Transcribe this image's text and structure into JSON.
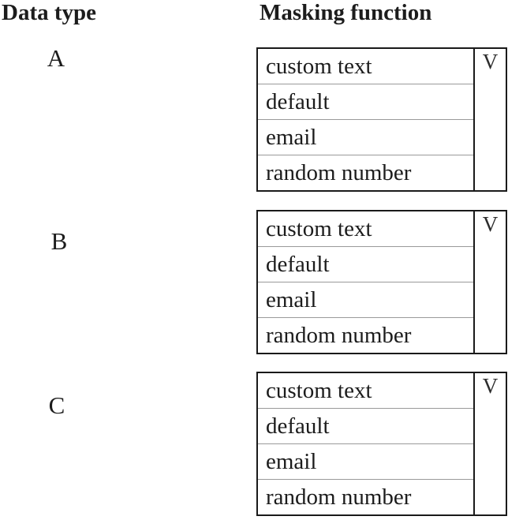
{
  "headers": {
    "data_type": "Data type",
    "masking_function": "Masking function"
  },
  "rows": [
    {
      "letter": "A",
      "chevron": "V",
      "options": [
        "custom text",
        "default",
        "email",
        "random number"
      ]
    },
    {
      "letter": "B",
      "chevron": "V",
      "options": [
        "custom text",
        "default",
        "email",
        "random number"
      ]
    },
    {
      "letter": "C",
      "chevron": "V",
      "options": [
        "custom text",
        "default",
        "email",
        "random number"
      ]
    }
  ],
  "colors": {
    "border": "#1a1a1a",
    "row_separator": "#9a9a9a",
    "text": "#1c1c1c",
    "background": "#ffffff"
  }
}
